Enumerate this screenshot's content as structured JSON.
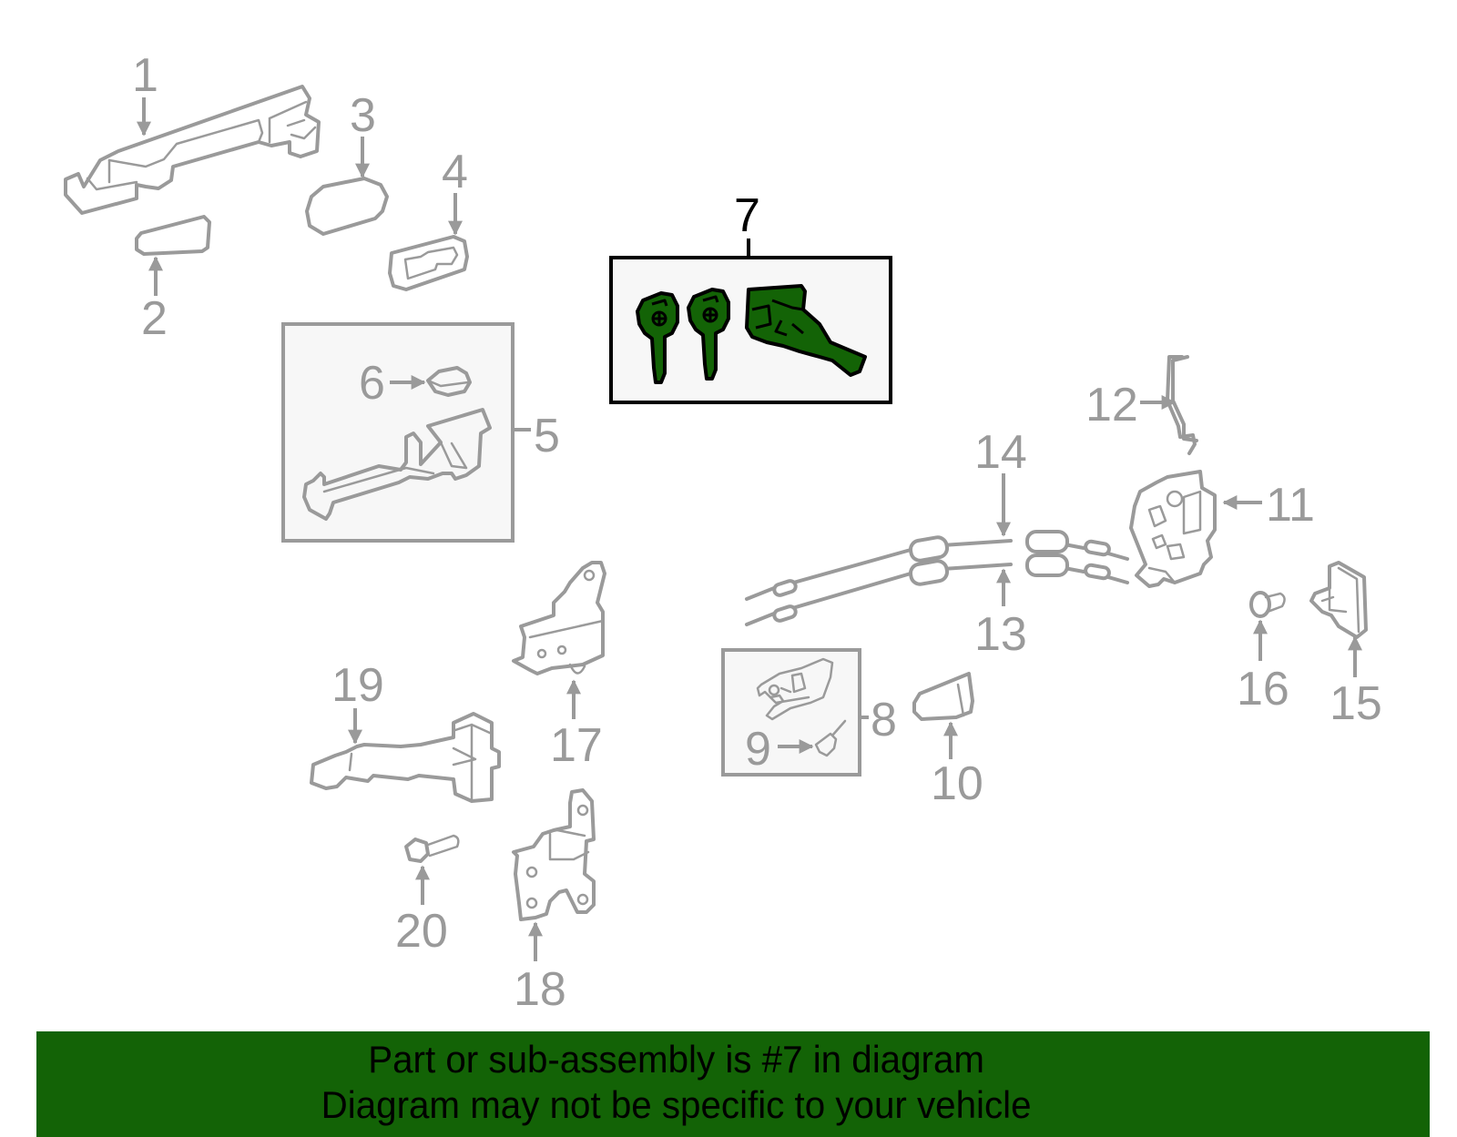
{
  "diagram": {
    "highlighted_part": "7",
    "highlight_color": "#136306",
    "line_color": "#9a9a9a",
    "callouts": [
      {
        "id": "1",
        "label": "1"
      },
      {
        "id": "2",
        "label": "2"
      },
      {
        "id": "3",
        "label": "3"
      },
      {
        "id": "4",
        "label": "4"
      },
      {
        "id": "5",
        "label": "5"
      },
      {
        "id": "6",
        "label": "6"
      },
      {
        "id": "7",
        "label": "7"
      },
      {
        "id": "8",
        "label": "8"
      },
      {
        "id": "9",
        "label": "9"
      },
      {
        "id": "10",
        "label": "10"
      },
      {
        "id": "11",
        "label": "11"
      },
      {
        "id": "12",
        "label": "12"
      },
      {
        "id": "13",
        "label": "13"
      },
      {
        "id": "14",
        "label": "14"
      },
      {
        "id": "15",
        "label": "15"
      },
      {
        "id": "16",
        "label": "16"
      },
      {
        "id": "17",
        "label": "17"
      },
      {
        "id": "18",
        "label": "18"
      },
      {
        "id": "19",
        "label": "19"
      },
      {
        "id": "20",
        "label": "20"
      }
    ]
  },
  "banner": {
    "line1": "Part or sub-assembly is #7 in diagram",
    "line2": "Diagram may not be specific to your vehicle",
    "background": "#136306"
  }
}
